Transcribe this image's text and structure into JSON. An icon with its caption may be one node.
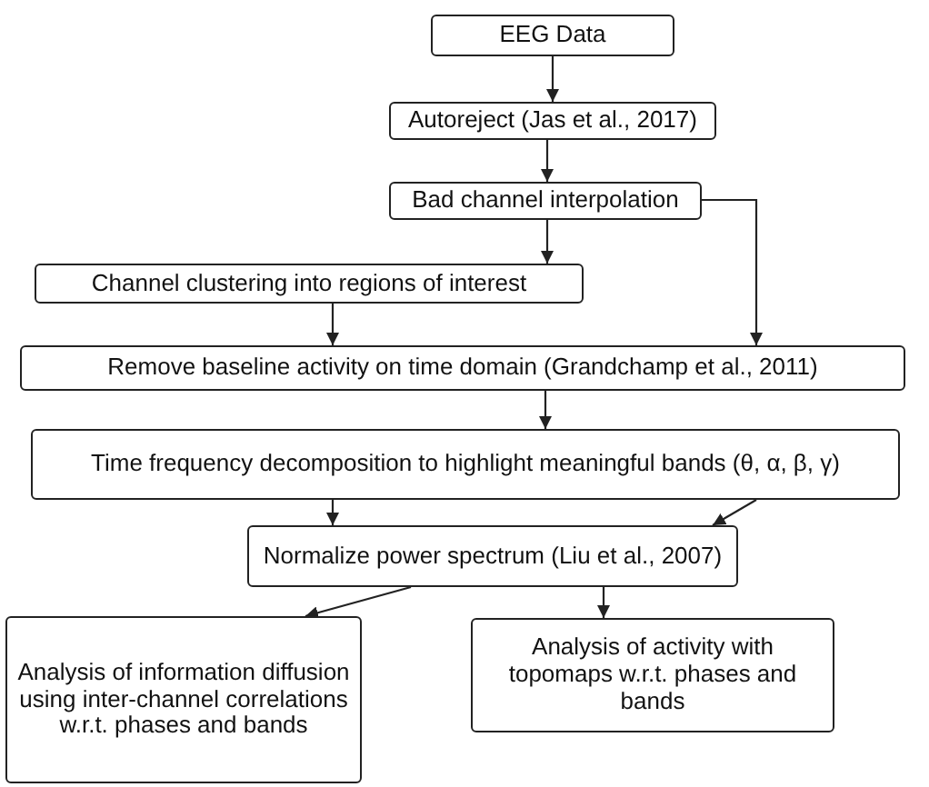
{
  "diagram": {
    "nodes": [
      {
        "text": [
          "EEG Data"
        ]
      },
      {
        "text": [
          "Autoreject (Jas et al., 2017)"
        ]
      },
      {
        "text": [
          "Bad channel interpolation"
        ]
      },
      {
        "text": [
          "Channel clustering into regions of interest"
        ]
      },
      {
        "text": [
          "Remove baseline activity on time domain (Grandchamp et al., 2011)"
        ]
      },
      {
        "text": [
          "Time frequency decomposition to highlight meaningful bands (θ, α, β, γ)"
        ]
      },
      {
        "text": [
          "Normalize power spectrum (Liu et al., 2007)"
        ]
      },
      {
        "text": [
          "Analysis of information diffusion using inter-channel correlations w.r.t. phases and bands"
        ]
      },
      {
        "text": [
          "Analysis of activity with topomaps w.r.t. phases and bands"
        ]
      }
    ],
    "edges": [
      {
        "from": 0,
        "to": 1,
        "arrow": "to"
      },
      {
        "from": 1,
        "to": 2,
        "arrow": "to"
      },
      {
        "from": 2,
        "to": 3,
        "arrow": "to"
      },
      {
        "from": 2,
        "to": 4,
        "arrow": "to"
      },
      {
        "from": 3,
        "to": 4,
        "arrow": "to"
      },
      {
        "from": 4,
        "to": 5,
        "arrow": "to"
      },
      {
        "from": 5,
        "to": 6,
        "arrow": "to"
      },
      {
        "from": 5,
        "to": 6,
        "arrow": "to"
      },
      {
        "from": 6,
        "to": 7,
        "arrow": "to"
      },
      {
        "from": 6,
        "to": 8,
        "arrow": "to"
      }
    ]
  }
}
